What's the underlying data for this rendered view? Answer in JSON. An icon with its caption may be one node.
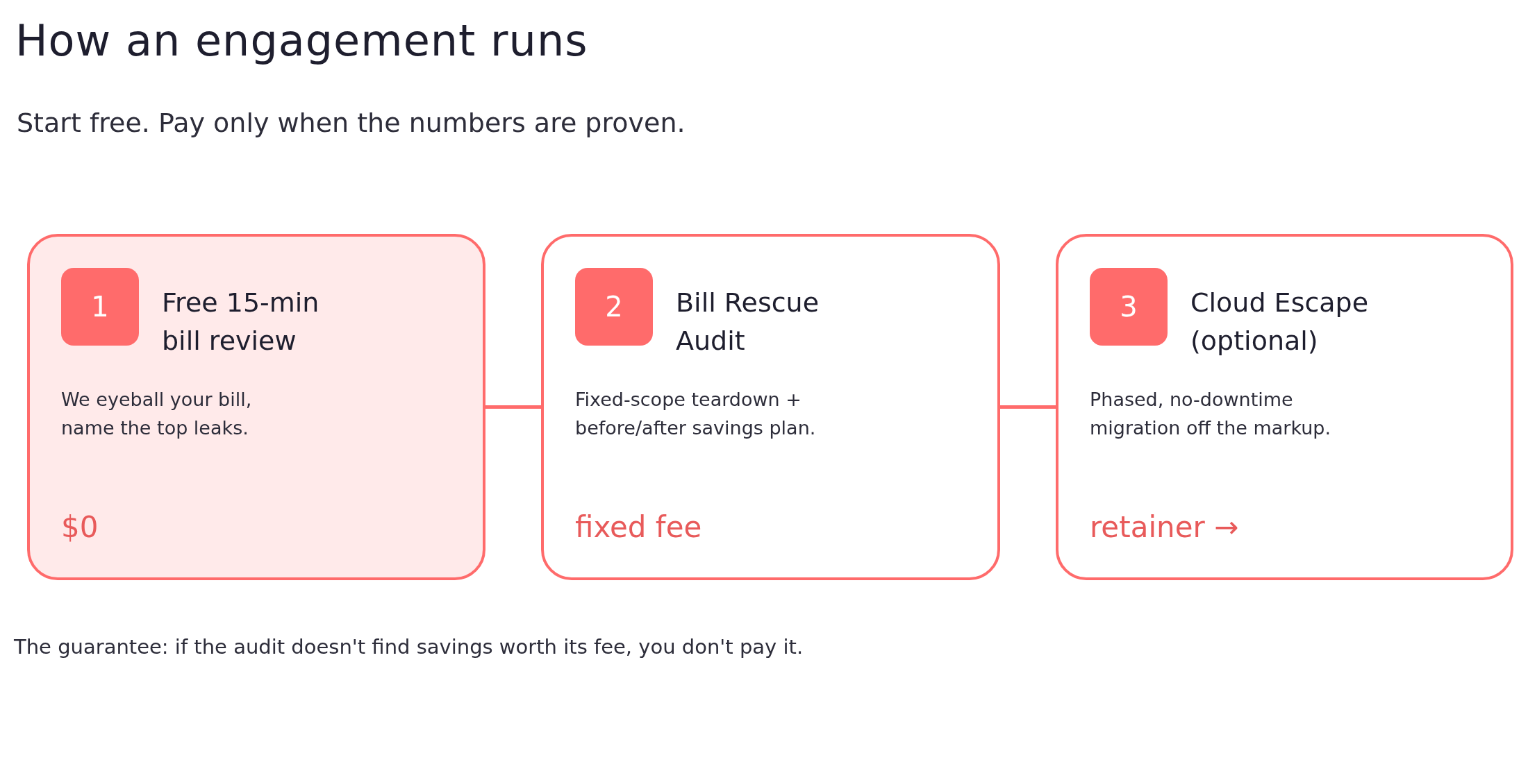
{
  "diagram": {
    "title": "How an engagement runs",
    "nodes": [
      {
        "text": [
          "1",
          "Free 15-min bill review",
          "We eyeball your bill, name the top leaks.",
          "$0"
        ]
      },
      {
        "text": [
          "2",
          "Bill Rescue Audit",
          "Fixed-scope teardown + before/after savings plan.",
          "fixed fee"
        ]
      },
      {
        "text": [
          "3",
          "Cloud Escape (optional)",
          "Phased, no-downtime migration off the markup.",
          "retainer →"
        ]
      }
    ],
    "edges": [
      {
        "from": 0,
        "to": 1,
        "arrow": "none"
      },
      {
        "from": 1,
        "to": 2,
        "arrow": "none"
      }
    ],
    "labels": [
      "Start free. Pay only when the numbers are proven.",
      "The guarantee: if the audit doesn't find savings worth its fee, you don't pay it."
    ]
  }
}
